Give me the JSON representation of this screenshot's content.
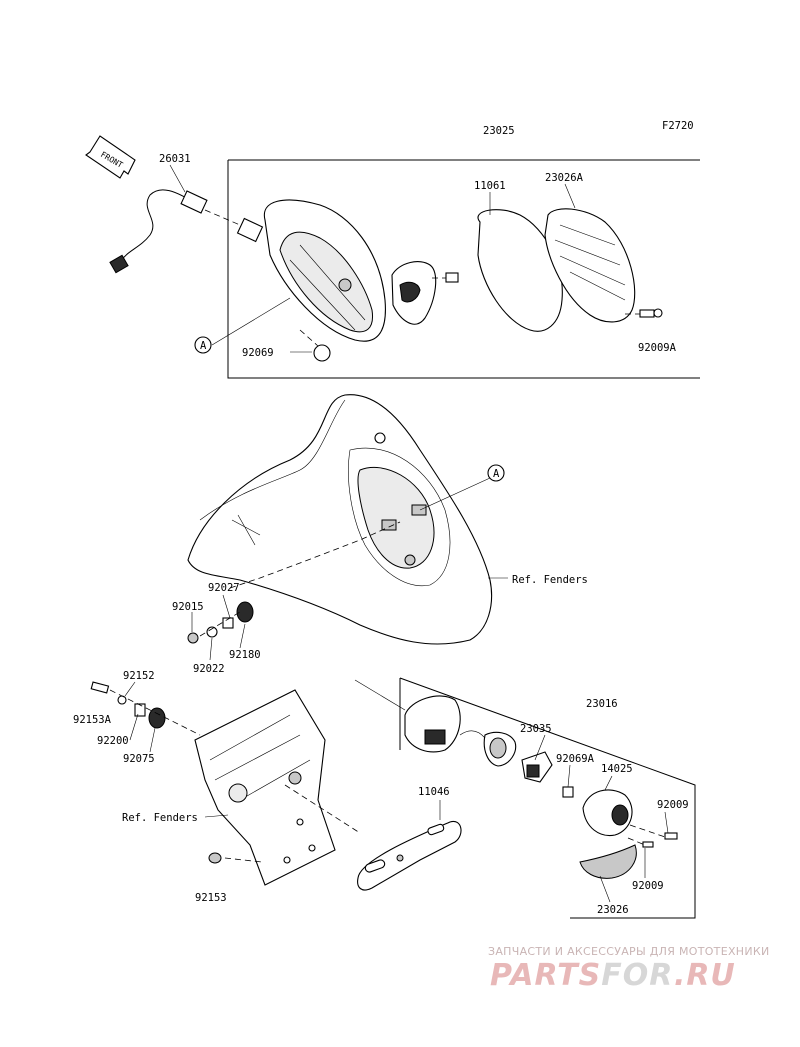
{
  "diagram": {
    "code": "F2720",
    "front_marker": "FRONT",
    "ref_label_fenders_1": "Ref. Fenders",
    "ref_label_fenders_2": "Ref. Fenders",
    "ref_marker_a": "A",
    "parts": {
      "p23025": "23025",
      "p26031": "26031",
      "p11061": "11061",
      "p23026A": "23026A",
      "p92069": "92069",
      "p92009A": "92009A",
      "p92027": "92027",
      "p92015": "92015",
      "p92022": "92022",
      "p92180": "92180",
      "p92152": "92152",
      "p92153A": "92153A",
      "p92200": "92200",
      "p92075": "92075",
      "p92153": "92153",
      "p11046": "11046",
      "p23016": "23016",
      "p23035": "23035",
      "p92069A": "92069A",
      "p14025": "14025",
      "p92009a": "92009",
      "p92009b": "92009",
      "p23026": "23026"
    }
  },
  "watermark": {
    "subtitle": "ЗАПЧАСТИ И АКСЕССУАРЫ ДЛЯ МОТОТЕХНИКИ",
    "brand_part1": "PARTS",
    "brand_part2": "FOR",
    "brand_part3": ".RU"
  }
}
